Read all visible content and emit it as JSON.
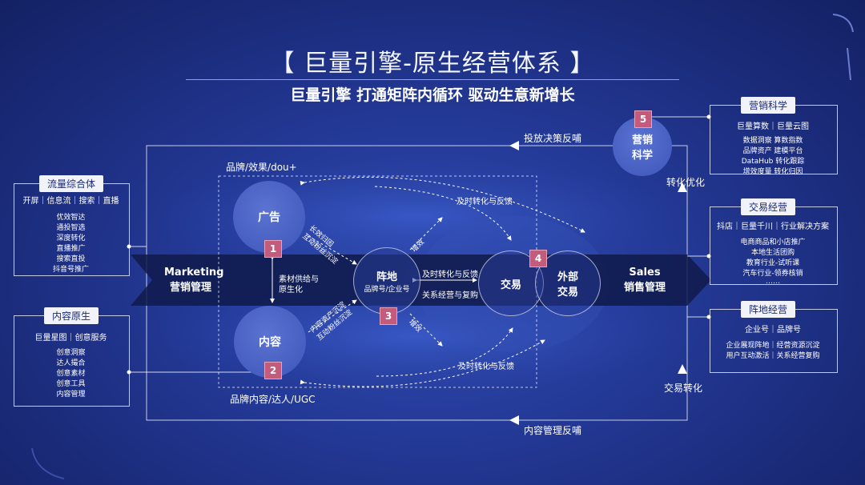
{
  "title": "【 巨量引擎-原生经营体系 】",
  "subtitle": "巨量引擎 打通矩阵内循环 驱动生意新增长",
  "left_panels": [
    {
      "tag": "流量综合体",
      "header": "开屏｜信息流｜搜索｜直播",
      "items": [
        "优效智达",
        "通投智选",
        "深度转化",
        "直播推广",
        "搜索直投",
        "抖音号推广"
      ]
    },
    {
      "tag": "内容原生",
      "header": "巨量星图｜创意服务",
      "items": [
        "创意洞察",
        "达人撮合",
        "创意素材",
        "创意工具",
        "内容管理"
      ]
    }
  ],
  "right_panels": [
    {
      "tag": "营销科学",
      "header": "巨量算数｜巨量云图",
      "items": [
        "数据洞察 算数指数",
        "品牌资产 建模平台",
        "DataHub 转化跟踪",
        "增效度量 转化归因"
      ]
    },
    {
      "tag": "交易经营",
      "header": "抖店｜巨量千川｜行业解决方案",
      "items": [
        "电商商品和小店推广",
        "本地生活团购",
        "教育行业-试听课",
        "汽车行业-领券核销",
        "……"
      ]
    },
    {
      "tag": "阵地经营",
      "header": "企业号｜品牌号",
      "items": [
        "企业展现阵地｜经营资源沉淀",
        "用户互动激活｜关系经营复购"
      ]
    }
  ],
  "flow": {
    "marketing_en": "Marketing",
    "marketing_cn": "营销管理",
    "sales_en": "Sales",
    "sales_cn": "销售管理"
  },
  "nodes": {
    "ad": "广告",
    "content": "内容",
    "base_title": "阵地",
    "base_sub": "品牌号/企业号",
    "trade": "交易",
    "external_line1": "外部",
    "external_line2": "交易",
    "science_line1": "营销",
    "science_line2": "科学"
  },
  "numbers": [
    "1",
    "2",
    "3",
    "4",
    "5"
  ],
  "labels": {
    "top_feedback": "投放决策反哺",
    "bottom_feedback": "内容管理反哺",
    "brand_effect": "品牌/效果/dou+",
    "brand_content": "品牌内容/达人/UGC",
    "conversion_opt": "转化优化",
    "trade_conversion": "交易转化",
    "realtime_top": "及时转化与反馈",
    "realtime_mid": "及时转化与反馈",
    "realtime_bottom": "及时转化与反馈",
    "relation": "关系经营与复购",
    "material_1": "素材供给与",
    "material_2": "原生化",
    "upper_diag_1": "长效归因",
    "upper_diag_2": "互动粉丝沉淀",
    "lower_diag_1": "内容资产沉淀",
    "lower_diag_2": "互动粉丝沉淀",
    "boost_top": "增效",
    "boost_bottom": "增效"
  },
  "colors": {
    "background": "#1f3288",
    "accent_pink": "#c45b7c",
    "tag_bg": "#f1f3f8"
  }
}
